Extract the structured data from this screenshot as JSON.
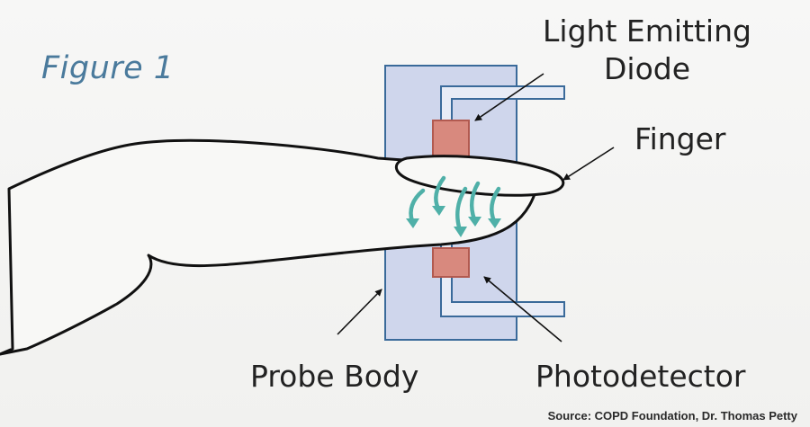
{
  "figure": {
    "title": "Figure 1"
  },
  "labels": {
    "led_line1": "Light Emitting",
    "led_line2": "Diode",
    "finger": "Finger",
    "probe_body": "Probe Body",
    "photodetector": "Photodetector"
  },
  "source": "Source: COPD Foundation, Dr. Thomas Petty",
  "colors": {
    "background": "#f4f4f2",
    "probe_fill": "#cfd6ec",
    "probe_stroke": "#3a6a9a",
    "component_fill": "#d8897e",
    "component_stroke": "#b25a50",
    "light_arrows": "#4fb0a8",
    "outline": "#111111",
    "title": "#4a7a9c"
  }
}
